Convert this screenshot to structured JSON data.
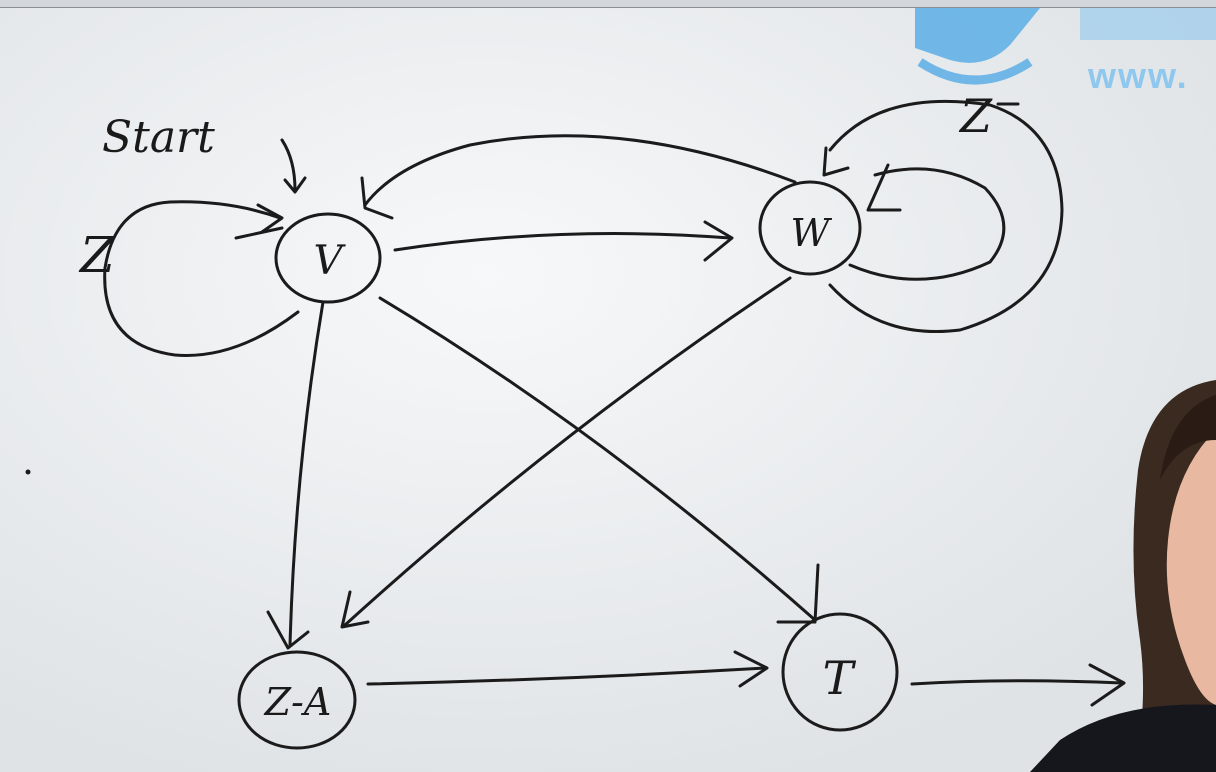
{
  "watermark": {
    "url_text": "www.",
    "color": "#6fb6e6"
  },
  "diagram": {
    "start_label": "Start",
    "nodes": {
      "v": "V",
      "w": "W",
      "za": "Z-A",
      "t": "T"
    },
    "loop_labels": {
      "v_self": "Z",
      "w_self": "Z"
    }
  },
  "colors": {
    "board": "#e9ecef",
    "ink": "#1b1b1b",
    "hair": "#3a2a20",
    "skin": "#e8b8a0"
  }
}
